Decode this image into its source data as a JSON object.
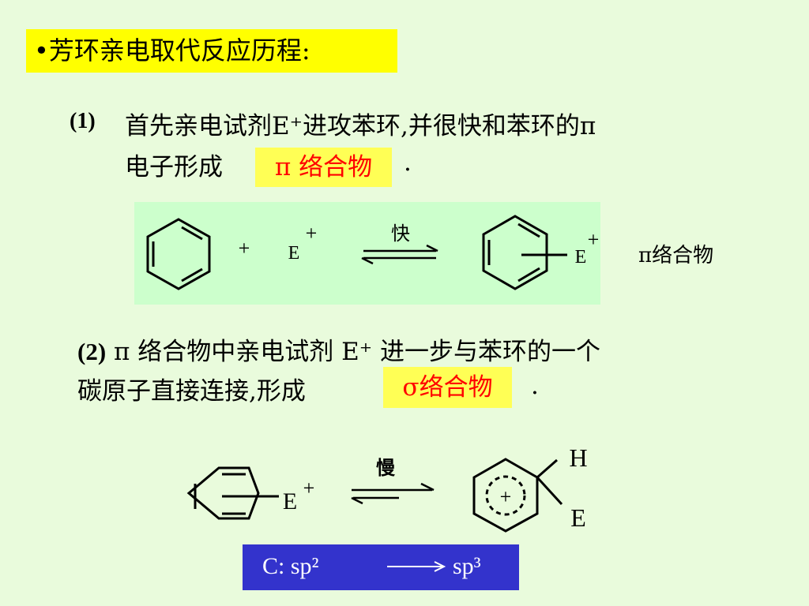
{
  "title": "•芳环亲电取代反应历程:",
  "step1": {
    "label": "(1)",
    "line1": "首先亲电试剂E⁺进攻苯环,并很快和苯环的π",
    "line2": "电子形成",
    "answer": "π 络合物",
    "end": "."
  },
  "diagram1": {
    "plus": "+",
    "reagent": "E",
    "reagent_charge": "+",
    "arrow_label": "快",
    "product_substituent": "E",
    "product_charge": "+",
    "caption": "π络合物"
  },
  "step2": {
    "label": "(2)",
    "line1": "π 络合物中亲电试剂 E⁺ 进一步与苯环的一个",
    "line2": "碳原子直接连接,形成",
    "answer": "σ络合物",
    "end": "."
  },
  "diagram2": {
    "reactant_substituent": "E",
    "reactant_charge": "+",
    "arrow_label": "慢",
    "product_h": "H",
    "product_e": "E",
    "product_charge": "+"
  },
  "hybridization": {
    "left": "C:  sp²",
    "right": "sp³"
  }
}
